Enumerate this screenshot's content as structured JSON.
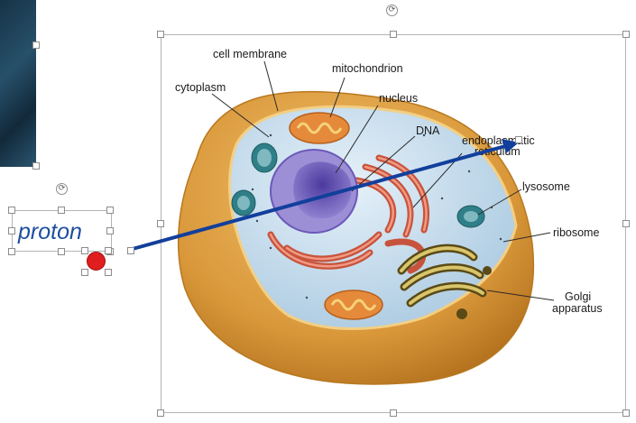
{
  "textbox": {
    "text": "proton",
    "text_color": "#1d4e9e"
  },
  "arrow": {
    "color": "#123f9c"
  },
  "diagram": {
    "labels": {
      "cell_membrane": "cell membrane",
      "mitochondrion": "mitochondrion",
      "cytoplasm": "cytoplasm",
      "nucleus": "nucleus",
      "dna": "DNA",
      "er_line1": "endoplasmatic",
      "er_line2": "reticulum",
      "lysosome": "lysosome",
      "ribosome": "ribosome",
      "golgi_line1": "Golgi",
      "golgi_line2": "apparatus"
    }
  },
  "icons": {
    "rotate": "⟳"
  },
  "colors": {
    "handle_border": "#8c8c8c",
    "cell_outer": "#d9973a",
    "cytoplasm": "#c7dff0",
    "nucleus": "#6b59b8",
    "er": "#d8644b",
    "golgi": "#6b5a1e",
    "red_dot": "#e01e1e"
  }
}
